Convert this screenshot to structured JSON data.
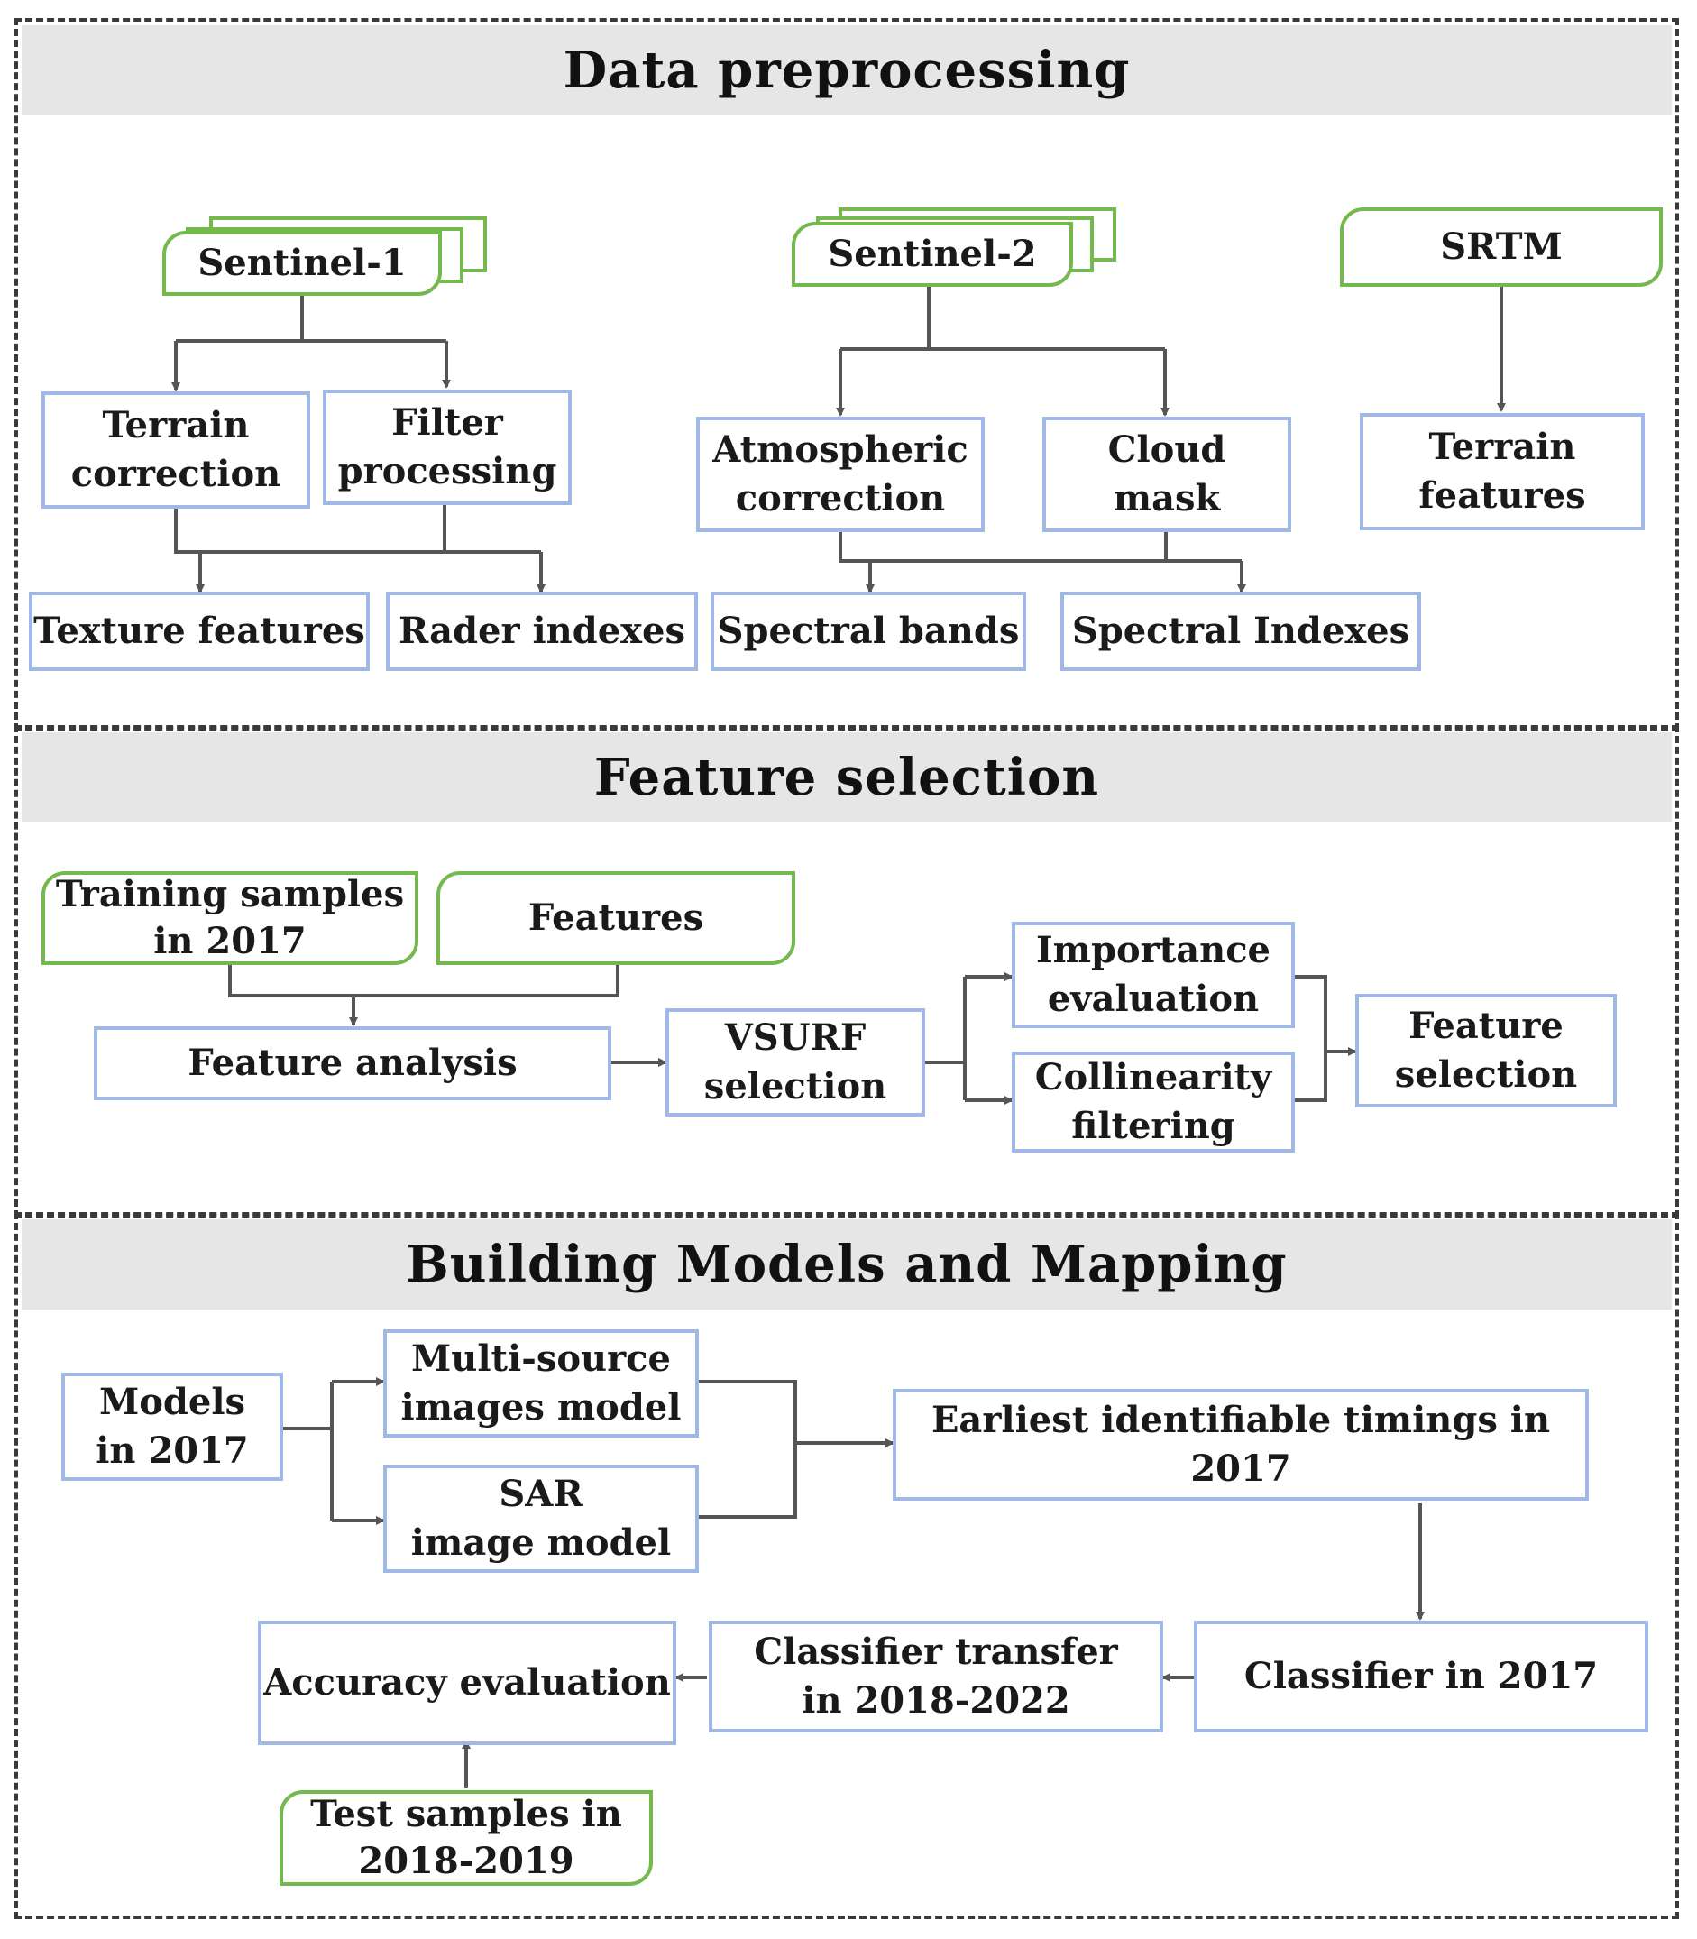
{
  "sections": {
    "preprocessing": "Data preprocessing",
    "selection": "Feature selection",
    "modeling": "Building Models and Mapping"
  },
  "preprocessing": {
    "s1": "Sentinel-1",
    "s2": "Sentinel-2",
    "srtm": "SRTM",
    "terrain_correction": "Terrain\ncorrection",
    "filter_processing": "Filter\nprocessing",
    "atmospheric_correction": "Atmospheric\ncorrection",
    "cloud_mask": "Cloud\nmask",
    "terrain_features": "Terrain\nfeatures",
    "texture_features": "Texture features",
    "rader_indexes": "Rader indexes",
    "spectral_bands": "Spectral bands",
    "spectral_indexes": "Spectral Indexes"
  },
  "selection": {
    "training_samples": "Training samples\nin 2017",
    "features": "Features",
    "feature_analysis": "Feature analysis",
    "vsurf": "VSURF\nselection",
    "importance": "Importance\nevaluation",
    "collinearity": "Collinearity\nfiltering",
    "feature_selection": "Feature\nselection"
  },
  "modeling": {
    "models_2017": "Models\nin 2017",
    "multi_source": "Multi-source\nimages model",
    "sar_model": "SAR\nimage model",
    "earliest": "Earliest identifiable timings  in 2017",
    "classifier_2017": "Classifier in 2017",
    "classifier_transfer": "Classifier transfer\nin 2018-2022",
    "accuracy": "Accuracy evaluation",
    "test_samples": "Test samples in\n2018-2019"
  },
  "colors": {
    "box_border": "#9fb8e6",
    "input_border": "#74b84e",
    "section_band": "#e6e6e6",
    "arrow": "#555555"
  }
}
